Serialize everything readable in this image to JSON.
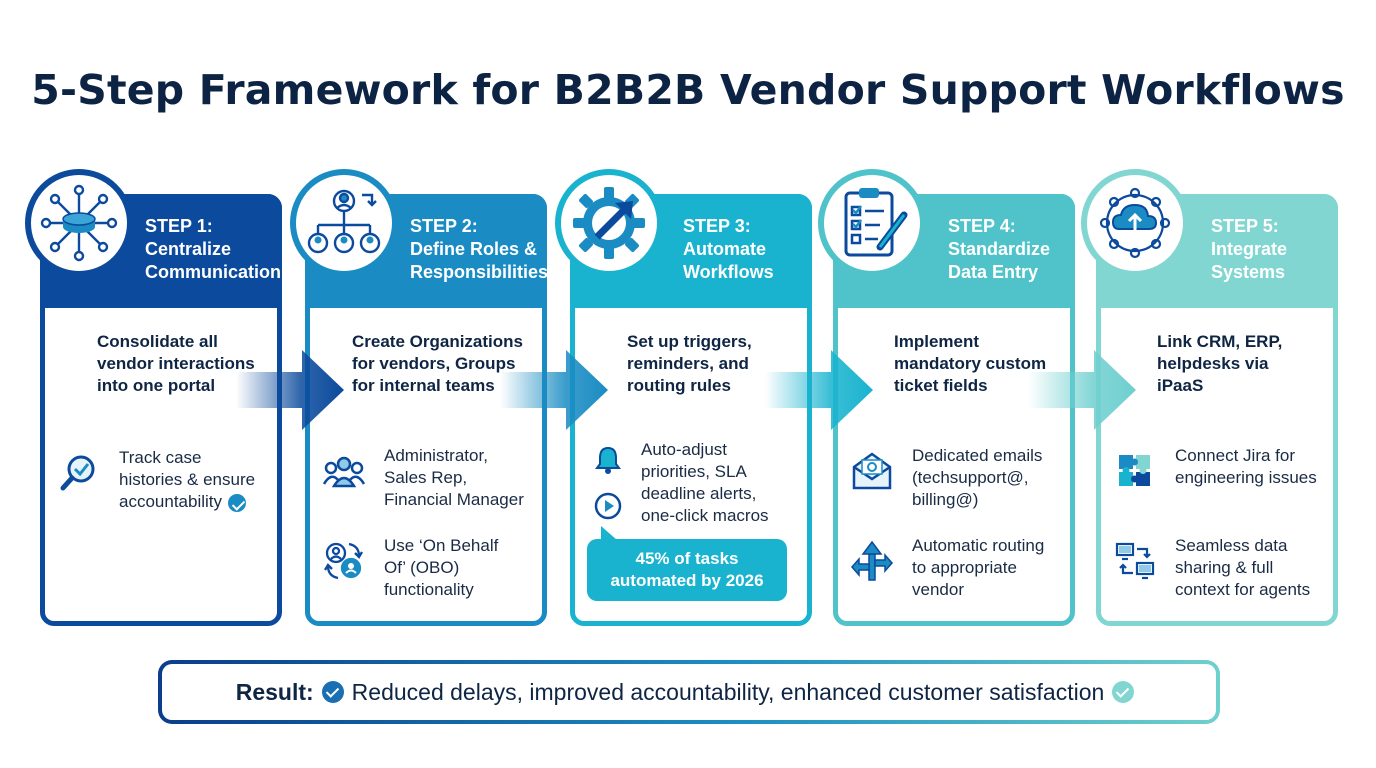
{
  "title": "5-Step Framework for B2B2B Vendor Support Workflows",
  "colors": {
    "step1": "#0b4a9c",
    "step2": "#1a8cc3",
    "step3": "#19b3cf",
    "step4": "#4fc3c9",
    "step5": "#82d6d2",
    "text": "#0f2544"
  },
  "steps": [
    {
      "label_line1": "STEP 1:",
      "label_line2": "Centralize",
      "label_line3": "Communication",
      "icon": "hub-network-icon",
      "main_line1": "Consolidate all",
      "main_line2": "vendor interactions",
      "main_line3": "into one portal",
      "features": [
        {
          "icon": "magnifier-check-icon",
          "line1": "Track case",
          "line2": "histories & ensure",
          "line3": "accountability"
        }
      ]
    },
    {
      "label_line1": "STEP 2:",
      "label_line2": "Define Roles &",
      "label_line3": "Responsibilities",
      "icon": "org-chart-icon",
      "main_line1": "Create Organizations",
      "main_line2": "for vendors, Groups",
      "main_line3": "for internal teams",
      "features": [
        {
          "icon": "users-group-icon",
          "line1": "Administrator,",
          "line2": "Sales Rep,",
          "line3": "Financial Manager"
        },
        {
          "icon": "user-switch-icon",
          "line1": "Use ‘On Behalf",
          "line2": "Of’ (OBO)",
          "line3": "functionality"
        }
      ]
    },
    {
      "label_line1": "STEP 3:",
      "label_line2": "Automate",
      "label_line3": "Workflows",
      "icon": "gear-arrow-icon",
      "main_line1": "Set up triggers,",
      "main_line2": "reminders, and",
      "main_line3": "routing rules",
      "features": [
        {
          "icon": "bell-play-icon",
          "line1": "Auto-adjust",
          "line2": "priorities, SLA",
          "line3": "deadline alerts,",
          "line4": "one-click macros"
        }
      ],
      "callout_line1": "45% of tasks",
      "callout_line2": "automated by 2026"
    },
    {
      "label_line1": "STEP 4:",
      "label_line2": "Standardize",
      "label_line3": "Data Entry",
      "icon": "clipboard-checklist-icon",
      "main_line1": "Implement",
      "main_line2": "mandatory custom",
      "main_line3": "ticket fields",
      "features": [
        {
          "icon": "email-at-icon",
          "line1": "Dedicated emails",
          "line2": "(techsupport@,",
          "line3": "billing@)"
        },
        {
          "icon": "split-routing-icon",
          "line1": "Automatic routing",
          "line2": "to appropriate",
          "line3": "vendor"
        }
      ]
    },
    {
      "label_line1": "STEP 5:",
      "label_line2": "Integrate",
      "label_line3": "Systems",
      "icon": "cloud-network-icon",
      "main_line1": "Link CRM, ERP,",
      "main_line2": "helpdesks via",
      "main_line3": "iPaaS",
      "features": [
        {
          "icon": "puzzle-icon",
          "line1": "Connect Jira for",
          "line2": "engineering issues"
        },
        {
          "icon": "data-sync-icon",
          "line1": "Seamless data",
          "line2": "sharing & full",
          "line3": "context for agents"
        }
      ]
    }
  ],
  "result": {
    "label": "Result:",
    "text": "Reduced delays, improved accountability, enhanced customer satisfaction"
  }
}
